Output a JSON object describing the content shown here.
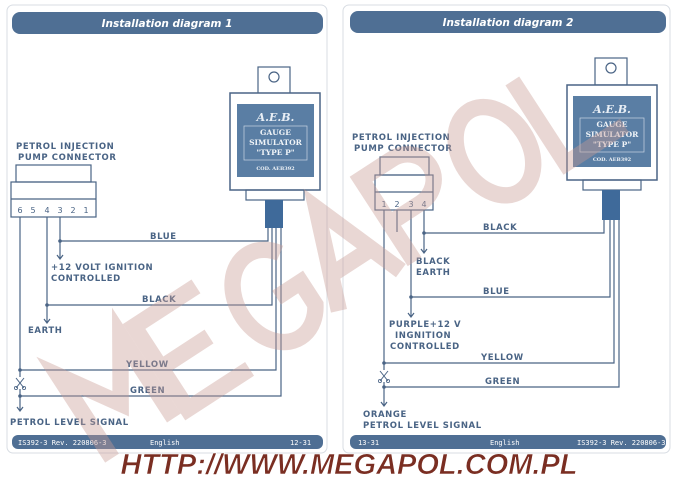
{
  "page1": {
    "header": "Installation diagram 1",
    "connector_label": [
      "PETROL INJECTION",
      "PUMP CONNECTOR"
    ],
    "pins": [
      "6",
      "5",
      "4",
      "3",
      "2",
      "1"
    ],
    "wires": {
      "blue": "BLUE",
      "black": "BLACK",
      "yellow": "YELLOW",
      "green": "GREEN"
    },
    "ignition": [
      "+12 VOLT IGNITION",
      "CONTROLLED"
    ],
    "earth": "EARTH",
    "level_signal": "PETROL LEVEL SIGNAL",
    "footer_code": "IS392-3 Rev. 220806-3",
    "footer_lang": "English",
    "footer_page": "12-31"
  },
  "page2": {
    "header": "Installation diagram 2",
    "connector_label": [
      "PETROL INJECTION",
      "PUMP CONNECTOR"
    ],
    "pins": [
      "1",
      "2",
      "3",
      "4"
    ],
    "wires": {
      "black": "BLACK",
      "blue": "BLUE",
      "yellow": "YELLOW",
      "green": "GREEN"
    },
    "earth": [
      "BLACK",
      "EARTH"
    ],
    "ignition": [
      "PURPLE+12 V",
      "INGNITION",
      "CONTROLLED"
    ],
    "level_signal": [
      "ORANGE",
      "PETROL LEVEL SIGNAL"
    ],
    "footer_code": "IS392-3 Rev. 220806-3",
    "footer_lang": "English",
    "footer_page": "13-31"
  },
  "device": {
    "brand": "A.E.B.",
    "name": [
      "GAUGE",
      "SIMULATOR",
      "\"TYPE P\""
    ],
    "code": "COD. AEB392"
  },
  "watermark": {
    "big": "MEGAPOL",
    "url": "HTTP://WWW.MEGAPOL.COM.PL"
  },
  "colors": {
    "header": "#4f6f94",
    "ink": "#4a6485",
    "device": "#5a7ea4",
    "connector": "#3f6a9a",
    "watermark": "#c99a93",
    "url": "#7a2e22"
  }
}
